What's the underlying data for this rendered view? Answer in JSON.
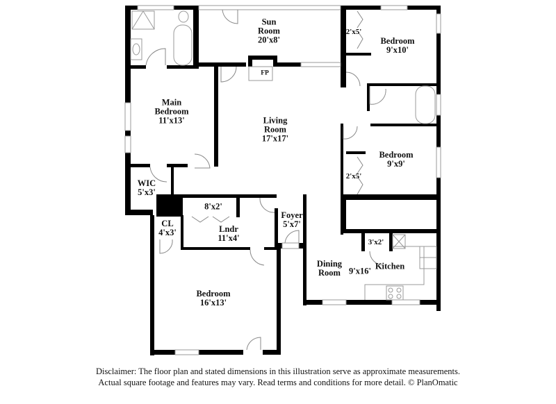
{
  "floorplan": {
    "rooms": [
      {
        "id": "sun-room",
        "name": "Sun Room",
        "dims": "20'x8'"
      },
      {
        "id": "bedroom-ne",
        "name": "Bedroom",
        "dims": "9'x10'"
      },
      {
        "id": "main-bedroom",
        "name": "Main Bedroom",
        "dims": "11'x13'"
      },
      {
        "id": "living-room",
        "name": "Living Room",
        "dims": "17'x17'"
      },
      {
        "id": "bedroom-e",
        "name": "Bedroom",
        "dims": "9'x9'"
      },
      {
        "id": "wic",
        "name": "WIC",
        "dims": "5'x3'"
      },
      {
        "id": "closet-8x2",
        "name": "",
        "dims": "8'x2'"
      },
      {
        "id": "cl",
        "name": "CL",
        "dims": "4'x3'"
      },
      {
        "id": "laundry",
        "name": "Lndr",
        "dims": "11'x4'"
      },
      {
        "id": "foyer",
        "name": "Foyer",
        "dims": "5'x7'"
      },
      {
        "id": "dining-kitchen",
        "name": "Dining Room / Kitchen",
        "dims": "9'x16'"
      },
      {
        "id": "pantry",
        "name": "",
        "dims": "3'x2'"
      },
      {
        "id": "bedroom-sw",
        "name": "Bedroom",
        "dims": "16'x13'"
      }
    ],
    "labels": {
      "sun_room_1": "Sun",
      "sun_room_2": "Room",
      "sun_room_dims": "20'x8'",
      "fp": "FP",
      "bed_ne_1": "Bedroom",
      "bed_ne_dims": "9'x10'",
      "closet_ne": "2'x5'",
      "main_bed_1": "Main",
      "main_bed_2": "Bedroom",
      "main_bed_dims": "11'x13'",
      "living_1": "Living",
      "living_2": "Room",
      "living_dims": "17'x17'",
      "bed_e_1": "Bedroom",
      "bed_e_dims": "9'x9'",
      "closet_e": "2'x5'",
      "wic_1": "WIC",
      "wic_dims": "5'x3'",
      "closet_8x2": "8'x2'",
      "cl_1": "CL",
      "cl_dims": "4'x3'",
      "lndr_1": "Lndr",
      "lndr_dims": "11'x4'",
      "foyer_1": "Foyer",
      "foyer_dims": "5'x7'",
      "dining_1": "Dining",
      "dining_2": "Room",
      "dining_dims": "9'x16'",
      "kitchen": "Kitchen",
      "pantry": "3'x2'",
      "bed_sw_1": "Bedroom",
      "bed_sw_dims": "16'x13'"
    },
    "colors": {
      "wall": "#000000",
      "fixture": "#999999",
      "window": "#bbbbbb",
      "background": "#ffffff"
    }
  },
  "disclaimer": {
    "line1": "Disclaimer: The floor plan and stated dimensions in this illustration serve as approximate measurements.",
    "line2": "Actual square footage and features may vary. Read terms and conditions for more detail. © PlanOmatic"
  }
}
